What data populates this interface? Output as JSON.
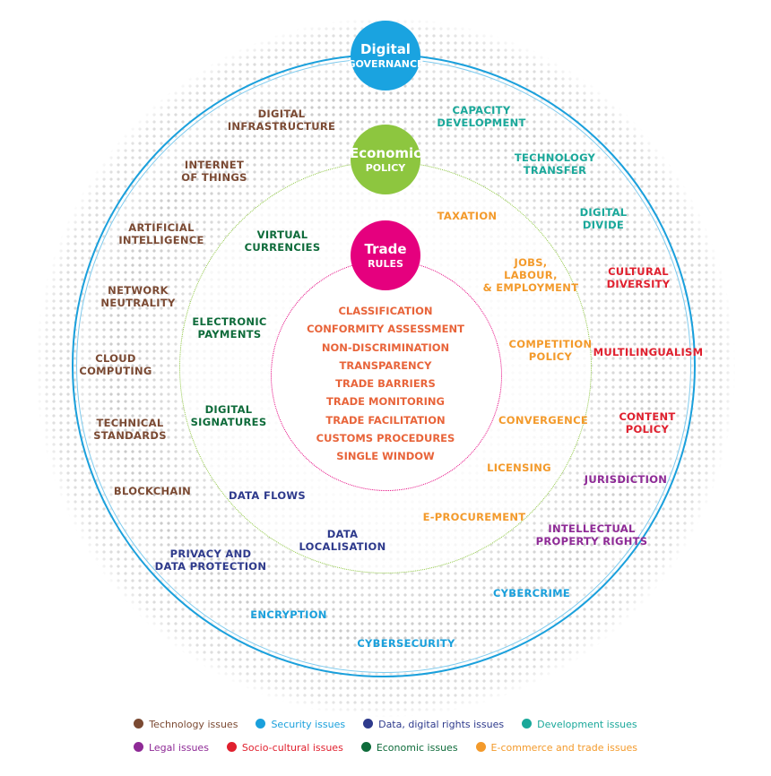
{
  "colors": {
    "technology": "#7b4a33",
    "security": "#1aa0dc",
    "data": "#2e3a8c",
    "development": "#1aa89a",
    "legal": "#8e2a96",
    "socio": "#e0202e",
    "economic": "#0e6b3a",
    "ecommerce": "#f39a2b",
    "trade": "#e8643a"
  },
  "bubbles": {
    "governance": {
      "title": "Digital",
      "sub": "GOVERNANCE"
    },
    "policy": {
      "title": "Economic",
      "sub": "POLICY"
    },
    "rules": {
      "title": "Trade",
      "sub": "RULES"
    }
  },
  "outer": {
    "digital_infrastructure": "DIGITAL\nINFRASTRUCTURE",
    "internet_of_things": "INTERNET\nOF THINGS",
    "artificial_intelligence": "ARTIFICIAL\nINTELLIGENCE",
    "network_neutrality": "NETWORK\nNEUTRALITY",
    "cloud_computing": "CLOUD\nCOMPUTING",
    "technical_standards": "TECHNICAL\nSTANDARDS",
    "blockchain": "BLOCKCHAIN",
    "privacy": "PRIVACY AND\nDATA PROTECTION",
    "encryption": "ENCRYPTION",
    "cybersecurity": "CYBERSECURITY",
    "cybercrime": "CYBERCRIME",
    "ip_rights": "INTELLECTUAL\nPROPERTY RIGHTS",
    "jurisdiction": "JURISDICTION",
    "content_policy": "CONTENT\nPOLICY",
    "multilingualism": "MULTILINGUALISM",
    "cultural_diversity": "CULTURAL\nDIVERSITY",
    "digital_divide": "DIGITAL\nDIVIDE",
    "technology_transfer": "TECHNOLOGY\nTRANSFER",
    "capacity_development": "CAPACITY\nDEVELOPMENT"
  },
  "middle": {
    "virtual_currencies": "VIRTUAL\nCURRENCIES",
    "electronic_payments": "ELECTRONIC\nPAYMENTS",
    "digital_signatures": "DIGITAL\nSIGNATURES",
    "data_flows": "DATA FLOWS",
    "data_localisation": "DATA\nLOCALISATION",
    "e_procurement": "E-PROCUREMENT",
    "licensing": "LICENSING",
    "convergence": "CONVERGENCE",
    "competition_policy": "COMPETITION\nPOLICY",
    "jobs": "JOBS,\nLABOUR,\n& EMPLOYMENT",
    "taxation": "TAXATION"
  },
  "trade_rules": [
    "CLASSIFICATION",
    "CONFORMITY ASSESSMENT",
    "NON-DISCRIMINATION",
    "TRANSPARENCY",
    "TRADE BARRIERS",
    "TRADE MONITORING",
    "TRADE FACILITATION",
    "CUSTOMS PROCEDURES",
    "SINGLE WINDOW"
  ],
  "legend": [
    {
      "label": "Technology issues",
      "color": "#7b4a33"
    },
    {
      "label": "Security issues",
      "color": "#1aa0dc"
    },
    {
      "label": "Data, digital rights issues",
      "color": "#2e3a8c"
    },
    {
      "label": "Development issues",
      "color": "#1aa89a"
    },
    {
      "label": "Legal issues",
      "color": "#8e2a96"
    },
    {
      "label": "Socio-cultural issues",
      "color": "#e0202e"
    },
    {
      "label": "Economic issues",
      "color": "#0e6b3a"
    },
    {
      "label": "E-commerce and trade issues",
      "color": "#f39a2b"
    }
  ]
}
